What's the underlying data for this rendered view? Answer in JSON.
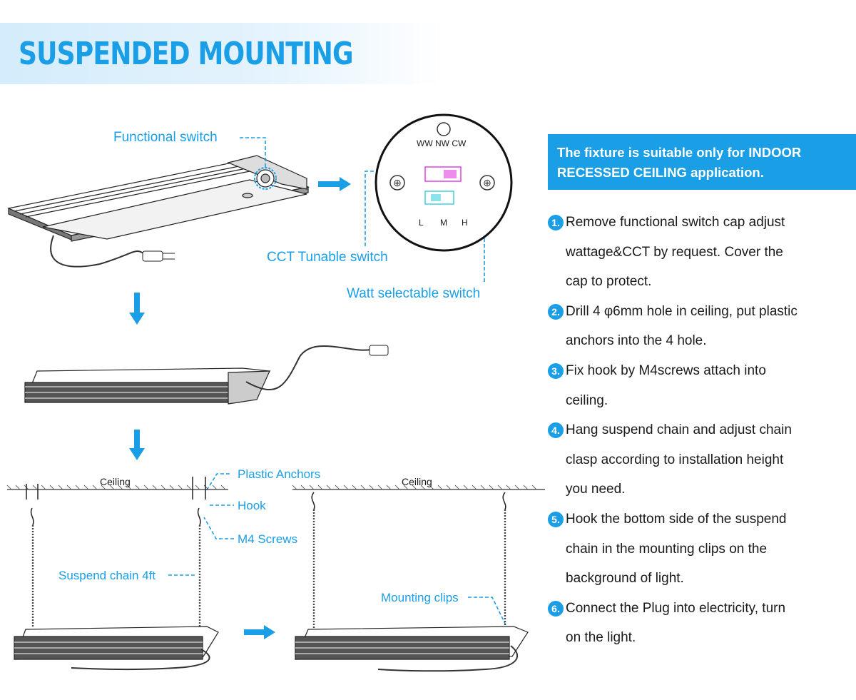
{
  "header": {
    "title": "SUSPENDED MOUNTING"
  },
  "notice": {
    "line1": "The fixture is suitable only for INDOOR",
    "line2": "RECESSED CEILING application."
  },
  "steps": [
    {
      "num": "1.",
      "lines": [
        "Remove functional switch cap adjust",
        "wattage&CCT by request. Cover the",
        "cap to protect."
      ]
    },
    {
      "num": "2.",
      "lines": [
        "Drill 4 φ6mm hole in ceiling, put plastic",
        "anchors into the 4 hole."
      ]
    },
    {
      "num": "3.",
      "lines": [
        "Fix hook by M4screws attach into",
        "ceiling."
      ]
    },
    {
      "num": "4.",
      "lines": [
        "Hang suspend chain and adjust chain",
        "clasp according to installation height",
        "you need."
      ]
    },
    {
      "num": "5.",
      "lines": [
        "Hook the bottom side of the suspend",
        "chain in the mounting clips on the",
        "background of light."
      ]
    },
    {
      "num": "6.",
      "lines": [
        "Connect the Plug into electricity, turn",
        "on the light."
      ]
    }
  ],
  "callouts": {
    "functional_switch": "Functional switch",
    "cct_switch": "CCT Tunable switch",
    "watt_switch": "Watt selectable switch",
    "plastic_anchors": "Plastic Anchors",
    "hook": "Hook",
    "m4_screws": "M4 Screws",
    "suspend_chain": "Suspend chain 4ft",
    "mounting_clips": "Mounting clips"
  },
  "diagram_text": {
    "ceiling_left": "Ceiling",
    "ceiling_right": "Ceiling",
    "cct_options": "WW NW CW",
    "watt_options": [
      "L",
      "M",
      "H"
    ]
  },
  "colors": {
    "accent": "#1a9ee6",
    "cct_marker": "#e040e0",
    "watt_marker": "#40d0e0"
  }
}
